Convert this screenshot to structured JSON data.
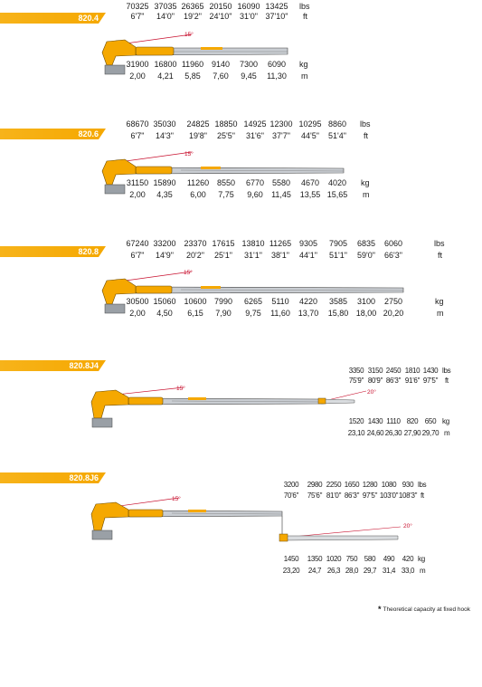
{
  "units": {
    "lbs": "lbs",
    "ft": "ft",
    "kg": "kg",
    "m": "m"
  },
  "angle_15": "15°",
  "angle_20": "20°",
  "footnote": {
    "star": "*",
    "text": "Theoretical capacity at fixed hook"
  },
  "models": [
    {
      "name": "820.4",
      "lbs": [
        "70325",
        "37035",
        "26365",
        "20150",
        "16090",
        "13425"
      ],
      "ft": [
        "6'7\"",
        "14'0\"",
        "19'2\"",
        "24'10\"",
        "31'0\"",
        "37'10\""
      ],
      "kg": [
        "31900",
        "16800",
        "11960",
        "9140",
        "7300",
        "6090"
      ],
      "m": [
        "2,00",
        "4,21",
        "5,85",
        "7,60",
        "9,45",
        "11,30"
      ]
    },
    {
      "name": "820.6",
      "lbs": [
        "68670",
        "35030",
        "24825",
        "18850",
        "14925",
        "12300",
        "10295",
        "8860"
      ],
      "ft": [
        "6'7\"",
        "14'3\"",
        "19'8\"",
        "25'5\"",
        "31'6\"",
        "37'7\"",
        "44'5\"",
        "51'4\""
      ],
      "kg": [
        "31150",
        "15890",
        "11260",
        "8550",
        "6770",
        "5580",
        "4670",
        "4020"
      ],
      "m": [
        "2,00",
        "4,35",
        "6,00",
        "7,75",
        "9,60",
        "11,45",
        "13,55",
        "15,65"
      ]
    },
    {
      "name": "820.8",
      "lbs": [
        "67240",
        "33200",
        "23370",
        "17615",
        "13810",
        "11265",
        "9305",
        "7905",
        "6835",
        "6060"
      ],
      "ft": [
        "6'7\"",
        "14'9\"",
        "20'2\"",
        "25'1\"",
        "31'1\"",
        "38'1\"",
        "44'1\"",
        "51'1\"",
        "59'0\"",
        "66'3\""
      ],
      "kg": [
        "30500",
        "15060",
        "10600",
        "7990",
        "6265",
        "5110",
        "4220",
        "3585",
        "3100",
        "2750"
      ],
      "m": [
        "2,00",
        "4,50",
        "6,15",
        "7,90",
        "9,75",
        "11,60",
        "13,70",
        "15,80",
        "18,00",
        "20,20"
      ]
    },
    {
      "name": "820.8J4",
      "lbs": [
        "3350",
        "3150",
        "2450",
        "1810",
        "1430"
      ],
      "ft": [
        "75'9\"",
        "80'9\"",
        "86'3\"",
        "91'6\"",
        "97'5\""
      ],
      "kg": [
        "1520",
        "1430",
        "1110",
        "820",
        "650"
      ],
      "m": [
        "23,10",
        "24,60",
        "26,30",
        "27,90",
        "29,70"
      ]
    },
    {
      "name": "820.8J6",
      "lbs": [
        "3200",
        "2980",
        "2250",
        "1650",
        "1280",
        "1080",
        "930"
      ],
      "ft": [
        "70'6\"",
        "75'6\"",
        "81'0\"",
        "86'3\"",
        "97'5\"",
        "103'0\"",
        "108'3\""
      ],
      "kg": [
        "1450",
        "1350",
        "1020",
        "750",
        "580",
        "490",
        "420"
      ],
      "m": [
        "23,20",
        "24,7",
        "26,3",
        "28,0",
        "29,7",
        "31,4",
        "33,0"
      ]
    }
  ]
}
